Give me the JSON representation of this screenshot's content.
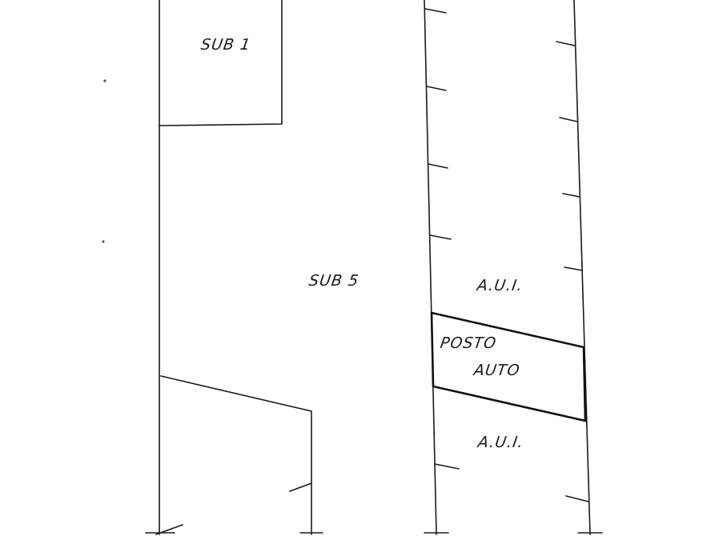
{
  "labels": {
    "sub1": "SUB 1",
    "sub5": "SUB 5",
    "aui_top": "A.U.I.",
    "posto": "POSTO",
    "auto": "AUTO",
    "aui_bottom": "A.U.I."
  },
  "colors": {
    "ink": "#1a1a1a",
    "paper": "#ffffff"
  }
}
